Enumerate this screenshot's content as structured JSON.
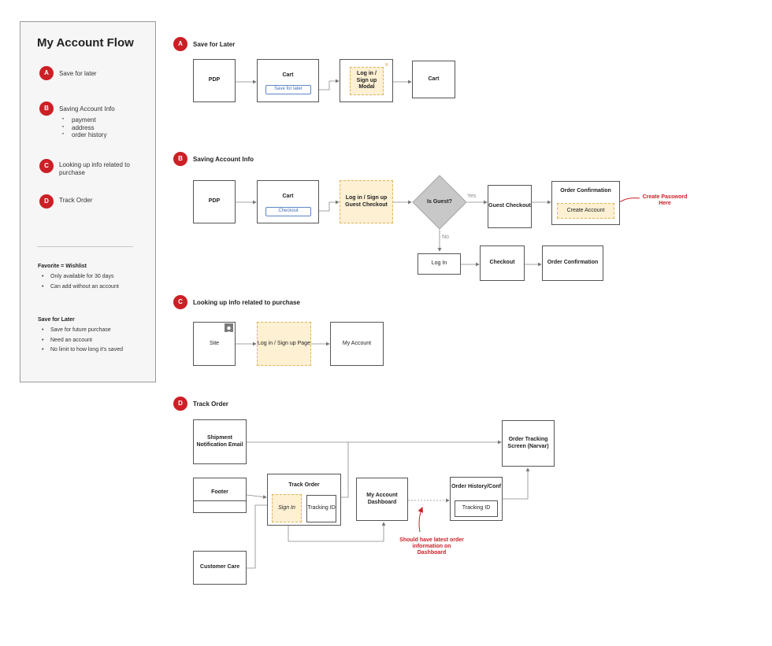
{
  "sidebar": {
    "title": "My Account Flow",
    "legend": [
      {
        "badge": "A",
        "label": "Save for later"
      },
      {
        "badge": "B",
        "label": "Saving Account Info",
        "subitems": [
          "payment",
          "address",
          "order history"
        ]
      },
      {
        "badge": "C",
        "label": "Looking up info related to purchase"
      },
      {
        "badge": "D",
        "label": "Track Order"
      }
    ],
    "favorite": {
      "heading": "Favorite = Wishlist",
      "bullets": [
        "Only available for 30 days",
        "Can add without an account"
      ]
    },
    "save_for_later": {
      "heading": "Save for Later",
      "bullets": [
        "Save for future purchase",
        "Need an account",
        "No limit to how long it's saved"
      ]
    }
  },
  "sections": {
    "a": {
      "badge": "A",
      "title": "Save for Later",
      "pdp": "PDP",
      "cart": "Cart",
      "cart_button": "Save for later",
      "modal": "Log in / Sign up Modal",
      "modal_close": "x",
      "cart2": "Cart"
    },
    "b": {
      "badge": "B",
      "title": "Saving Account Info",
      "pdp": "PDP",
      "cart": "Cart",
      "cart_button": "Checkout",
      "login": "Log in / Sign up Guest Checkout",
      "decision": "Is Guest?",
      "yes": "Yes",
      "no": "No",
      "guest_checkout": "Guest Checkout",
      "order_confirmation": "Order Confirmation",
      "create_account": "Create Account",
      "note": "Create Password Here",
      "log_in": "Log In",
      "checkout": "Checkout",
      "order_confirmation2": "Order Confirmation"
    },
    "c": {
      "badge": "C",
      "title": "Looking up info related to purchase",
      "site": "Site",
      "login_page": "Log in / Sign up Page",
      "my_account": "My Account"
    },
    "d": {
      "badge": "D",
      "title": "Track Order",
      "shipment_email": "Shipment Notification Email",
      "footer": "Footer",
      "customer_care": "Customer Care",
      "track_order": "Track Order",
      "sign_in": "Sign In",
      "tracking_id": "Tracking ID",
      "dashboard": "My Account Dashboard",
      "order_history": "Order History/Conf",
      "tracking_id2": "Tracking ID",
      "tracking_screen": "Order Tracking Screen (Narvar)",
      "note": "Should have latest order information on Dashboard"
    }
  },
  "colors": {
    "accent": "#cc1f26",
    "highlight": "#fdf0d3",
    "decision": "#c8c8c8",
    "link": "#3d6fb7"
  }
}
